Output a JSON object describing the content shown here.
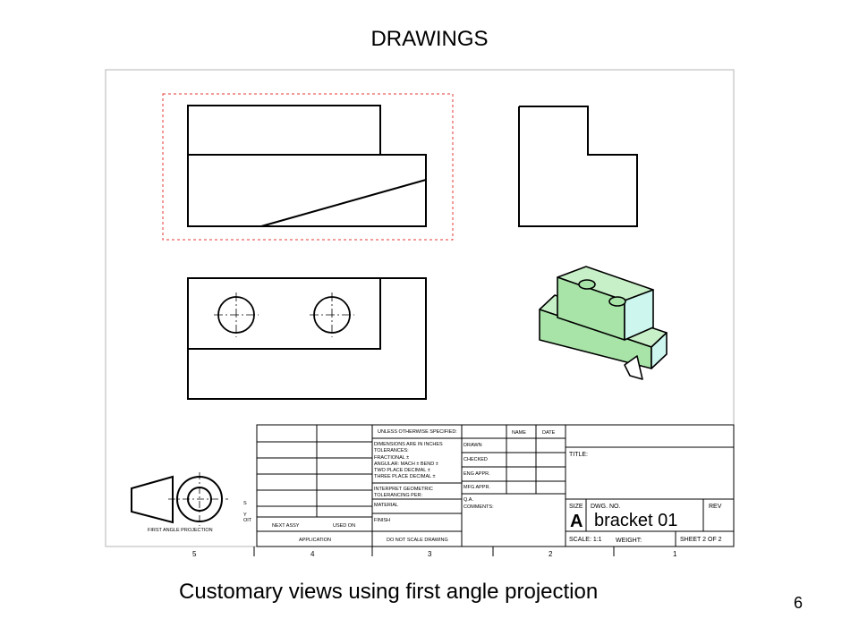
{
  "slide": {
    "title": "DRAWINGS",
    "caption": "Customary views using first angle projection",
    "page_number": "6"
  },
  "projection_symbol": {
    "label": "FIRST ANGLE PROJECTION",
    "label_color": "#e53935"
  },
  "title_block": {
    "unless_specified": "UNLESS OTHERWISE SPECIFIED:",
    "dims": "DIMENSIONS ARE IN INCHES",
    "tolerances": "TOLERANCES:",
    "fractional": "FRACTIONAL ±",
    "angular": "ANGULAR: MACH ±   BEND ±",
    "two_place": "TWO PLACE DECIMAL   ±",
    "three_place": "THREE PLACE DECIMAL   ±",
    "interpret": "INTERPRET GEOMETRIC",
    "tolerancing": "TOLERANCING PER:",
    "material": "MATERIAL",
    "finish": "FINISH",
    "name_hdr": "NAME",
    "date_hdr": "DATE",
    "drawn": "DRAWN",
    "checked": "CHECKED",
    "eng_appr": "ENG APPR.",
    "mfg_appr": "MFG APPR.",
    "qa": "Q.A.",
    "comments": "COMMENTS:",
    "next_assy": "NEXT ASSY",
    "used_on": "USED ON",
    "application": "APPLICATION",
    "do_not_scale": "DO NOT SCALE DRAWING",
    "title_label": "TITLE:",
    "size_label": "SIZE",
    "dwg_no_label": "DWG. NO.",
    "rev_label": "REV",
    "size_value": "A",
    "dwg_no_value": "bracket 01",
    "scale": "SCALE: 1:1",
    "weight": "WEIGHT:",
    "sheet": "SHEET 2 OF 2",
    "left_fragments": [
      "S",
      "Y",
      "OIT"
    ]
  },
  "zone_numbers": [
    "5",
    "4",
    "3",
    "2",
    "1"
  ],
  "colors": {
    "iso_top": "#c8f0c8",
    "iso_front": "#a8e4a8",
    "iso_side": "#cdf6ee",
    "selection_box": "#e53935"
  }
}
